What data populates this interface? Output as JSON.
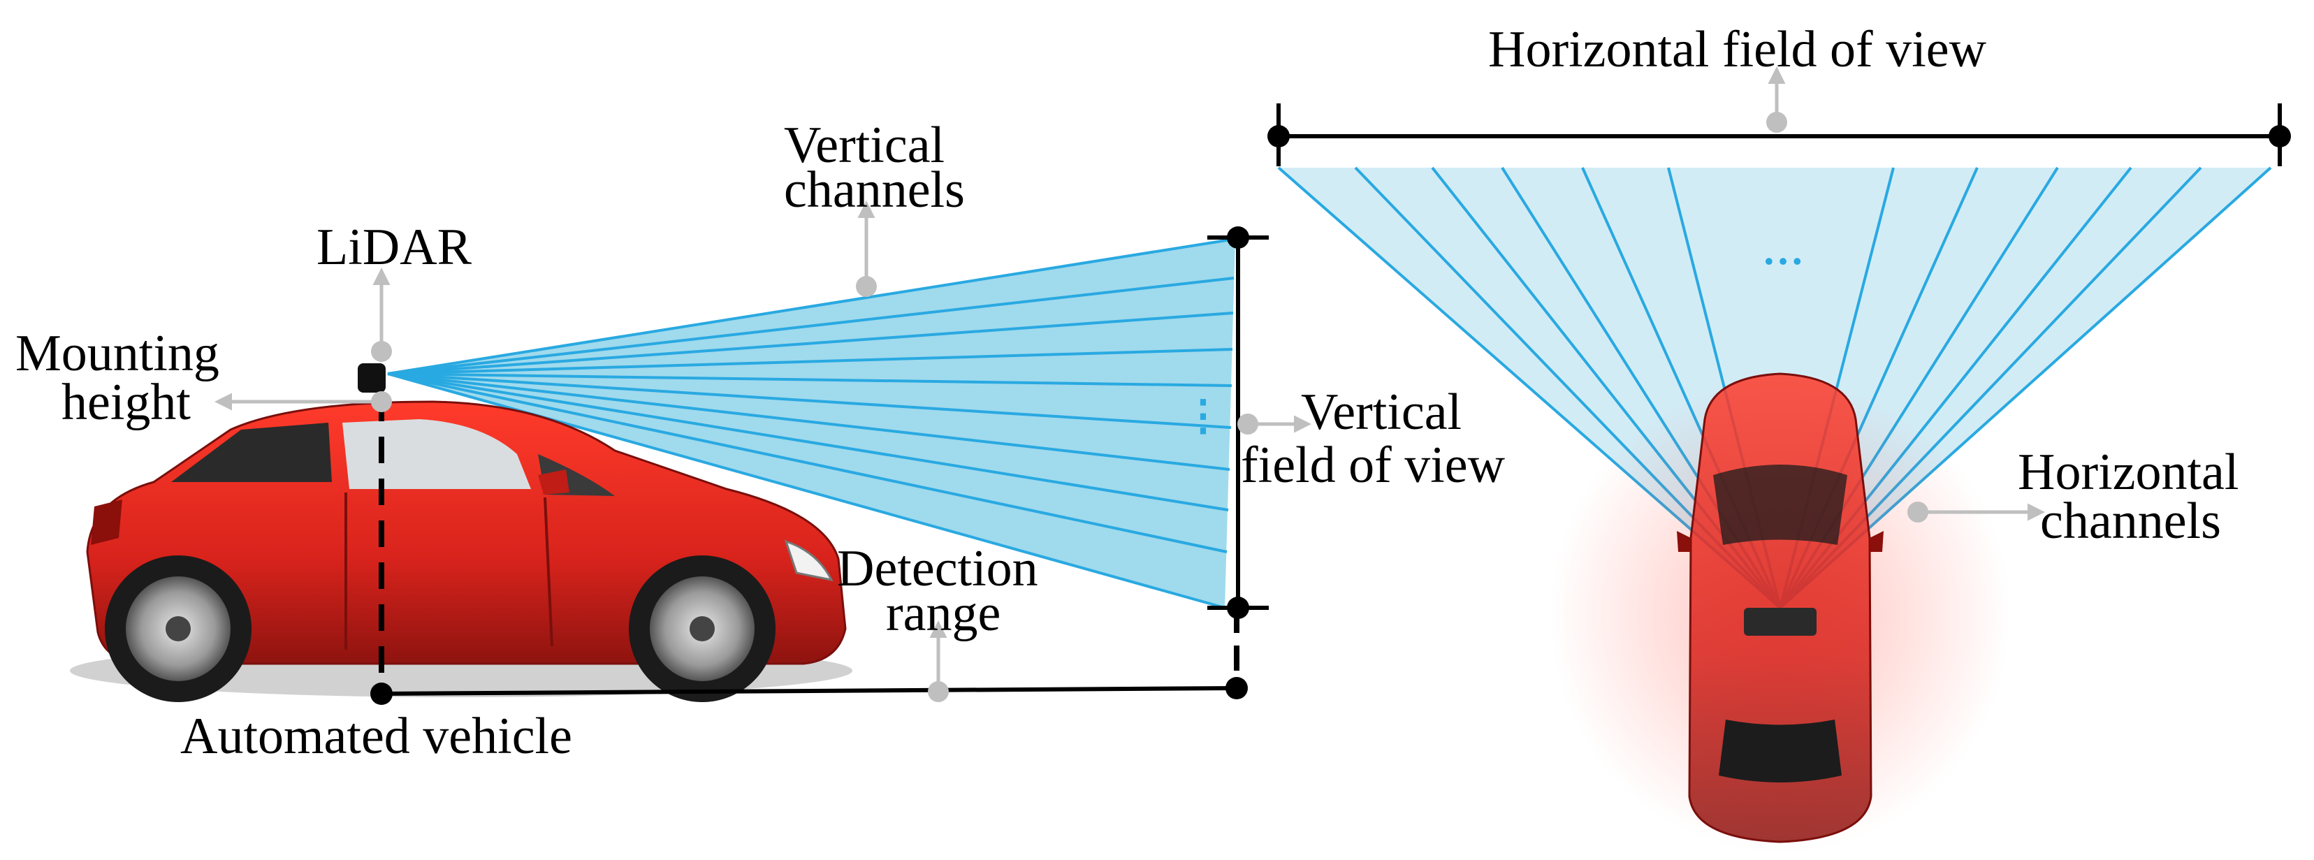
{
  "labels": {
    "lidar": "LiDAR",
    "mounting_height_line1": "Mounting",
    "mounting_height_line2": "height",
    "vertical_channels_line1": "Vertical",
    "vertical_channels_line2": "channels",
    "vertical_fov_line1": "Vertical",
    "vertical_fov_line2": "field of view",
    "detection_range_line1": "Detection",
    "detection_range_line2": "range",
    "automated_vehicle": "Automated vehicle",
    "horizontal_fov": "Horizontal field of view",
    "horizontal_channels_line1": "Horizontal",
    "horizontal_channels_line2": "channels",
    "vertical_ellipsis": "⋮",
    "horizontal_ellipsis": "…"
  },
  "colors": {
    "beam_fill": "#8fd3ea",
    "beam_fill_top": "#cdeaf5",
    "beam_line": "#29a9e1",
    "car_red": "#d8231c",
    "pointer_gray": "#bfbfbf",
    "dimension_black": "#000000"
  },
  "icons": {
    "side_vehicle": "red-hatchback-side-view",
    "top_vehicle": "red-car-top-view",
    "lidar_sensor": "lidar-sensor-icon"
  }
}
